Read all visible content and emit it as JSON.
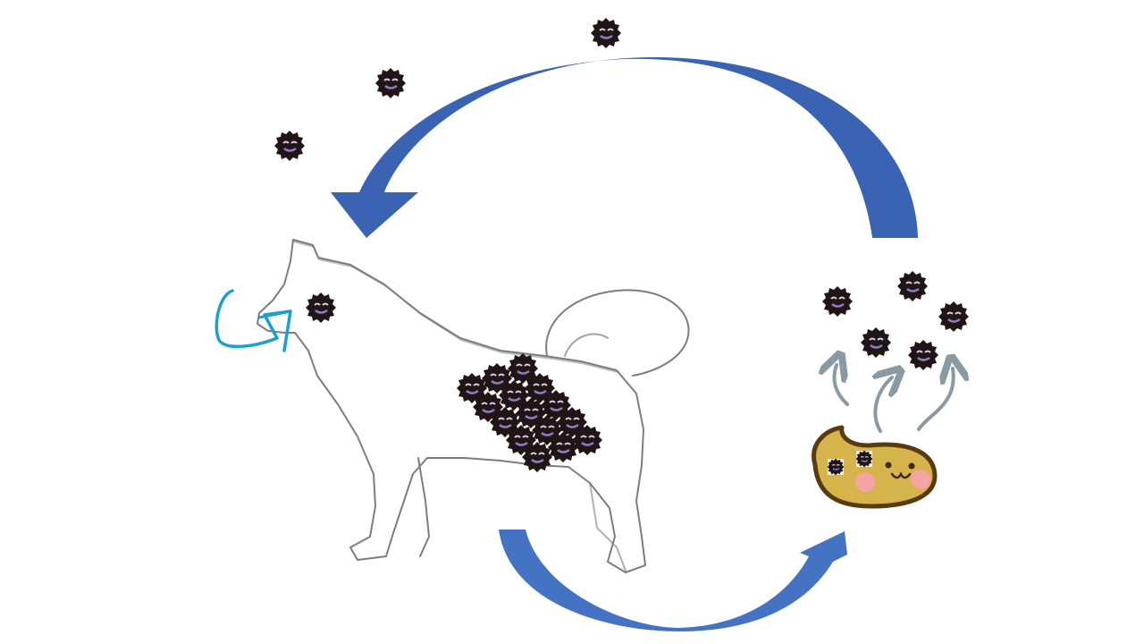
{
  "diagram": {
    "type": "infection-cycle-illustration",
    "colors": {
      "cycle_arrow_top": "#3a63b3",
      "cycle_arrow_bottom": "#4473c4",
      "germ_body": "#211515",
      "germ_accent": "#8a7fc4",
      "dog_outline": "#7d7d7d",
      "inhale_arrow": "#1aa0d1",
      "poop_fill": "#d6b44c",
      "poop_outline": "#5a3a10",
      "poop_cheeks": "#f5a3a3",
      "odor_arrows": "#8a9aa4"
    },
    "icons": [
      "germ-icon",
      "dog-outline-icon",
      "poop-character-icon",
      "curved-cycle-arrow-icon",
      "inhale-arrow-icon",
      "odor-arrow-icon"
    ],
    "germ_counts": {
      "airborne": 3,
      "at_nose": 1,
      "in_belly": 17,
      "above_feces": 6,
      "on_feces": 2
    }
  }
}
